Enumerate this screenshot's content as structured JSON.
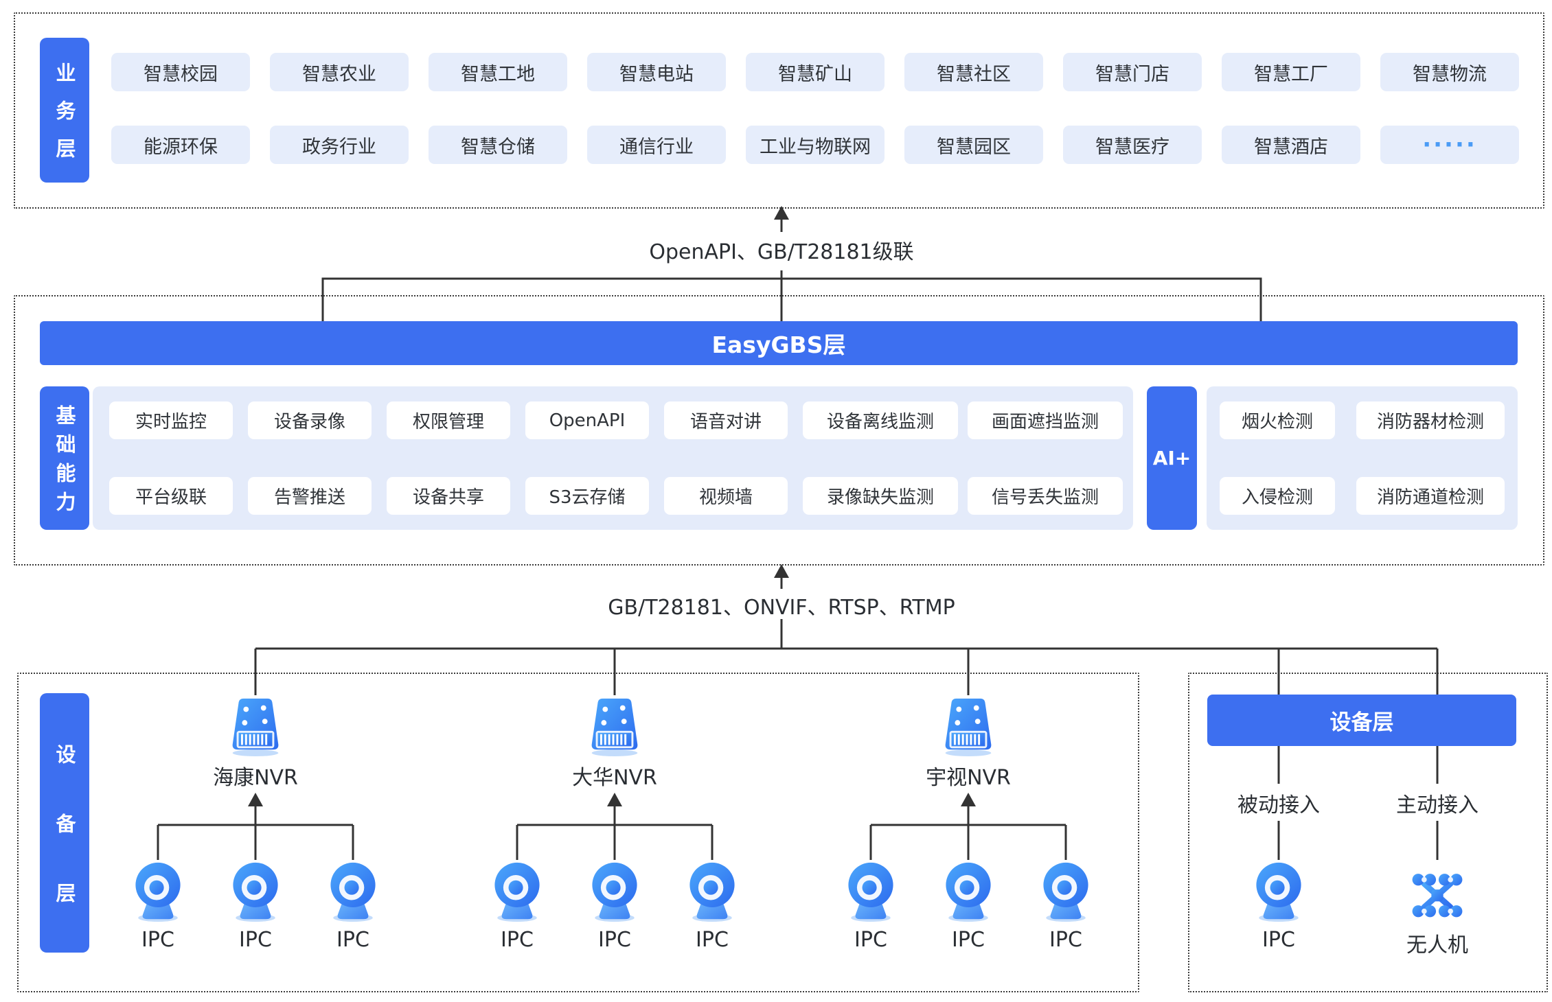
{
  "colors": {
    "accent": "#3D6FF0",
    "chip_bg": "#E6EDFB",
    "panel_bg": "#E4EBFA",
    "text": "#2F3338",
    "line": "#333333",
    "dots_chip": "#4A9BF5"
  },
  "business_layer": {
    "side_label": "业务层",
    "row1": [
      "智慧校园",
      "智慧农业",
      "智慧工地",
      "智慧电站",
      "智慧矿山",
      "智慧社区",
      "智慧门店",
      "智慧工厂",
      "智慧物流"
    ],
    "row2": [
      "能源环保",
      "政务行业",
      "智慧仓储",
      "通信行业",
      "工业与物联网",
      "智慧园区",
      "智慧医疗",
      "智慧酒店",
      "·····"
    ]
  },
  "connector_top": {
    "label": "OpenAPI、GB/T28181级联"
  },
  "easygbs_layer": {
    "banner": "EasyGBS层",
    "side_label": "基础能力",
    "capabilities_row1": [
      "实时监控",
      "设备录像",
      "权限管理",
      "OpenAPI",
      "语音对讲",
      "设备离线监测",
      "画面遮挡监测"
    ],
    "capabilities_row2": [
      "平台级联",
      "告警推送",
      "设备共享",
      "S3云存储",
      "视频墙",
      "录像缺失监测",
      "信号丢失监测"
    ],
    "ai_label": "AI+",
    "ai_row1": [
      "烟火检测",
      "消防器材检测"
    ],
    "ai_row2": [
      "入侵检测",
      "消防通道检测"
    ]
  },
  "connector_bottom": {
    "label": "GB/T28181、ONVIF、RTSP、RTMP"
  },
  "device_layer": {
    "side_label": "设备层",
    "nvr_groups": [
      {
        "name": "海康NVR",
        "cameras": [
          "IPC",
          "IPC",
          "IPC"
        ]
      },
      {
        "name": "大华NVR",
        "cameras": [
          "IPC",
          "IPC",
          "IPC"
        ]
      },
      {
        "name": "宇视NVR",
        "cameras": [
          "IPC",
          "IPC",
          "IPC"
        ]
      }
    ],
    "right_box": {
      "banner": "设备层",
      "columns": [
        {
          "access": "被动接入",
          "device": "IPC"
        },
        {
          "access": "主动接入",
          "device": "无人机"
        }
      ]
    }
  }
}
